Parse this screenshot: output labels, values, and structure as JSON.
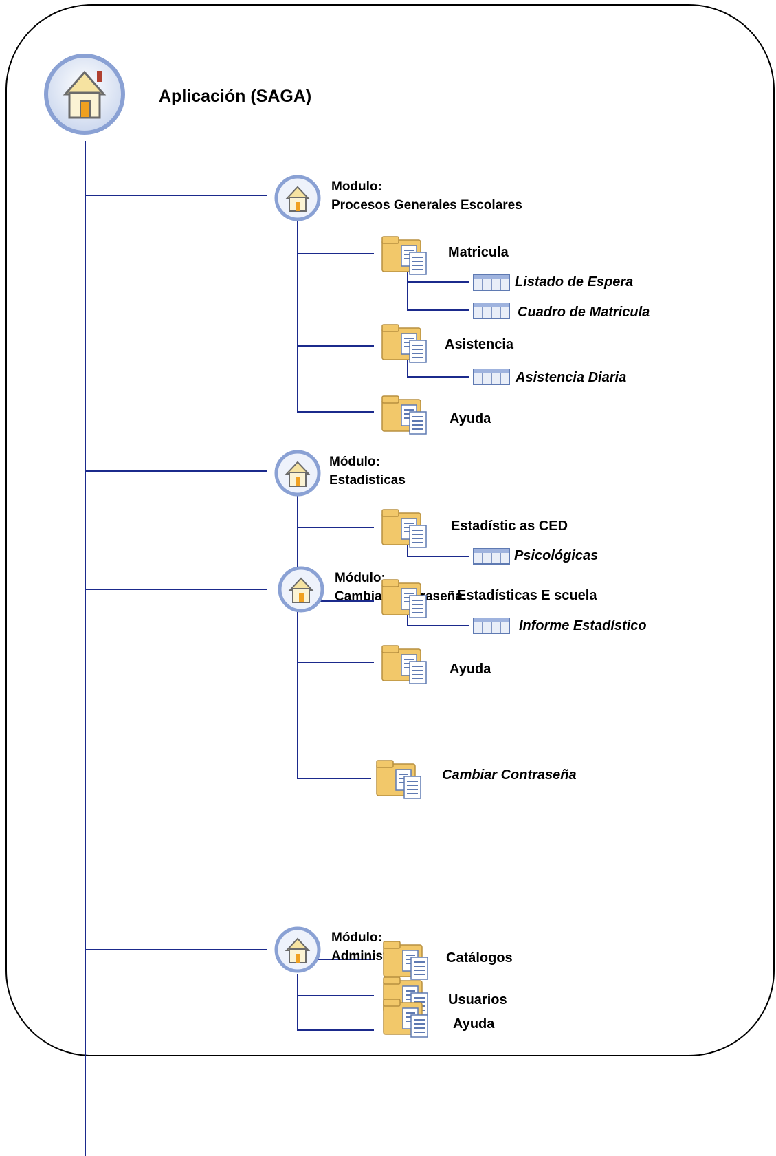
{
  "app": {
    "title": "Aplicación (SAGA)"
  },
  "modules": [
    {
      "line1": "Modulo:",
      "line2": "Procesos Generales Escolares",
      "folders": [
        {
          "label": "Matricula",
          "children": [
            "Listado de Espera",
            "Cuadro de Matricula"
          ]
        },
        {
          "label": "Asistencia",
          "children": [
            "Asistencia Diaria"
          ]
        },
        {
          "label": "Ayuda",
          "children": []
        }
      ]
    },
    {
      "line1": "Módulo:",
      "line2": "Estadísticas",
      "folders": [
        {
          "label": "Estadístic as CED",
          "children": [
            "Psicológicas"
          ]
        },
        {
          "label": "Estadísticas E scuela",
          "children": [
            "Informe Estadístico"
          ]
        },
        {
          "label": "Ayuda",
          "children": []
        }
      ]
    },
    {
      "line1": "Módulo:",
      "line2": "Cambiar Contraseña",
      "folders": [
        {
          "label": "Cambiar Contraseña",
          "children": []
        }
      ]
    },
    {
      "line1": "Módulo:",
      "line2": "Administrador",
      "folders": [
        {
          "label": "Usuarios",
          "children": []
        },
        {
          "label": "Catálogos",
          "children": []
        },
        {
          "label": "Ayuda",
          "children": []
        }
      ]
    }
  ],
  "colors": {
    "connector": "#1b2a8c",
    "folder": "#f2c86a",
    "circle": "#7a92c9"
  }
}
